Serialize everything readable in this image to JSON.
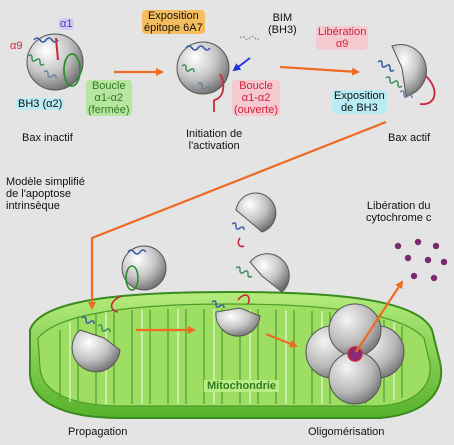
{
  "colors": {
    "background": "#e4e4e4",
    "arrow": "#ef6a22",
    "mitochondria": "#7fd24d",
    "protein": "#bdbdbd",
    "helix_red": "#c8283e",
    "loop_green": "#2e8d2e",
    "cytochrome": "#7a2a6f"
  },
  "icons": {
    "bax_protein": "grey-sphere-with-helices",
    "bim_peptide": "dashed-helix",
    "cytochrome_c": "purple-dots",
    "pore": "tetramer-pore"
  },
  "labels": {
    "alpha9": "α9",
    "alpha1": "α1",
    "bh3": "BH3 (α2)",
    "loop_closed": [
      "Boucle",
      "α1-α2",
      "(fermée)"
    ],
    "epitope": [
      "Exposition",
      "épitope 6A7"
    ],
    "bim": [
      "BIM",
      "(BH3)"
    ],
    "loop_open": [
      "Boucle",
      "α1-α2",
      "(ouverte)"
    ],
    "release_a9": [
      "Libération",
      "α9"
    ],
    "bh3_exposure": [
      "Exposition",
      "de BH3"
    ],
    "bax_inactive": "Bax inactif",
    "initiation": [
      "Initiation de",
      "l'activation"
    ],
    "bax_active": "Bax actif",
    "model_title": [
      "Modèle simplifié",
      "de l'apoptose",
      "intrinsèque"
    ],
    "cyto_release": [
      "Libération du",
      "cytochrome c"
    ],
    "mitochondria": "Mitochondrie",
    "propagation": "Propagation",
    "oligomerisation": "Oligomérisation"
  }
}
